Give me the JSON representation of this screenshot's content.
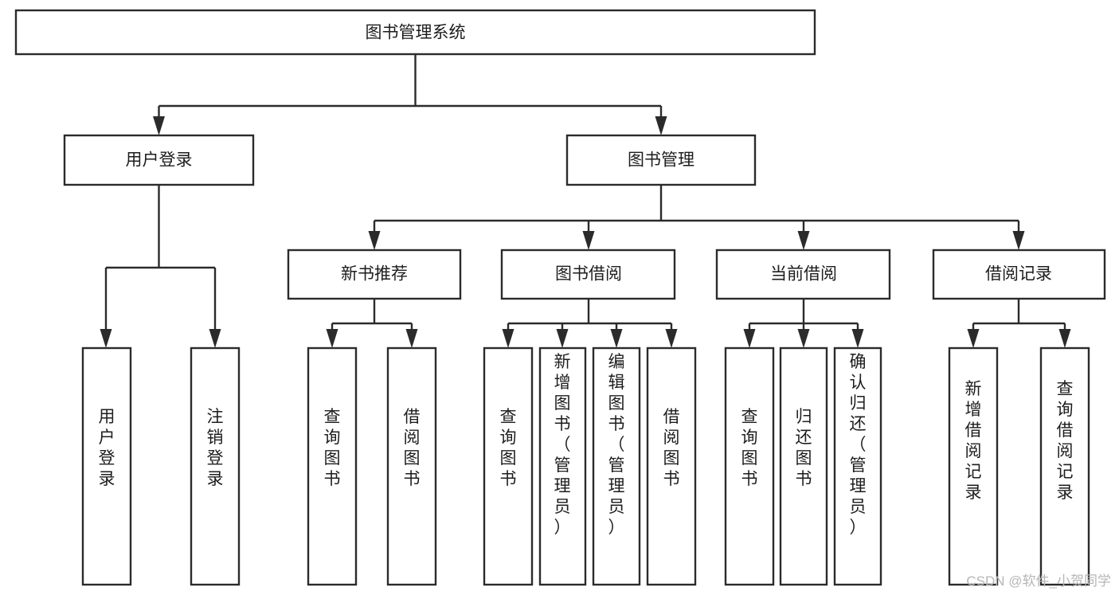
{
  "diagram": {
    "title": "图书管理系统",
    "type": "tree-hierarchy-chart",
    "colors": {
      "stroke": "#2b2b2b",
      "fill": "#ffffff",
      "text": "#1d1d1d",
      "watermark": "#b6b6b6",
      "background": "#ffffff"
    },
    "root": {
      "id": "root",
      "label": "图书管理系统"
    },
    "level2": [
      {
        "id": "user-login",
        "label": "用户登录"
      },
      {
        "id": "book-manage",
        "label": "图书管理"
      }
    ],
    "level3": [
      {
        "id": "new-book-recommend",
        "label": "新书推荐",
        "parent": "book-manage"
      },
      {
        "id": "book-borrow",
        "label": "图书借阅",
        "parent": "book-manage"
      },
      {
        "id": "current-borrow",
        "label": "当前借阅",
        "parent": "book-manage"
      },
      {
        "id": "borrow-record",
        "label": "借阅记录",
        "parent": "book-manage"
      }
    ],
    "leaves": {
      "user-login": [
        {
          "id": "leaf-user-login",
          "label": "用户登录"
        },
        {
          "id": "leaf-user-logout",
          "label": "注销登录"
        }
      ],
      "new-book-recommend": [
        {
          "id": "leaf-query-book-1",
          "label": "查询图书"
        },
        {
          "id": "leaf-borrow-book-1",
          "label": "借阅图书"
        }
      ],
      "book-borrow": [
        {
          "id": "leaf-query-book-2",
          "label": "查询图书"
        },
        {
          "id": "leaf-add-book",
          "label": "新增图书（管理员）"
        },
        {
          "id": "leaf-edit-book",
          "label": "编辑图书（管理员）"
        },
        {
          "id": "leaf-borrow-book-2",
          "label": "借阅图书"
        }
      ],
      "current-borrow": [
        {
          "id": "leaf-query-book-3",
          "label": "查询图书"
        },
        {
          "id": "leaf-return-book",
          "label": "归还图书"
        },
        {
          "id": "leaf-confirm-return",
          "label": "确认归还（管理员）"
        }
      ],
      "borrow-record": [
        {
          "id": "leaf-add-record",
          "label": "新增借阅记录"
        },
        {
          "id": "leaf-query-record",
          "label": "查询借阅记录"
        }
      ]
    },
    "watermark": "CSDN @软件_小贺同学"
  }
}
